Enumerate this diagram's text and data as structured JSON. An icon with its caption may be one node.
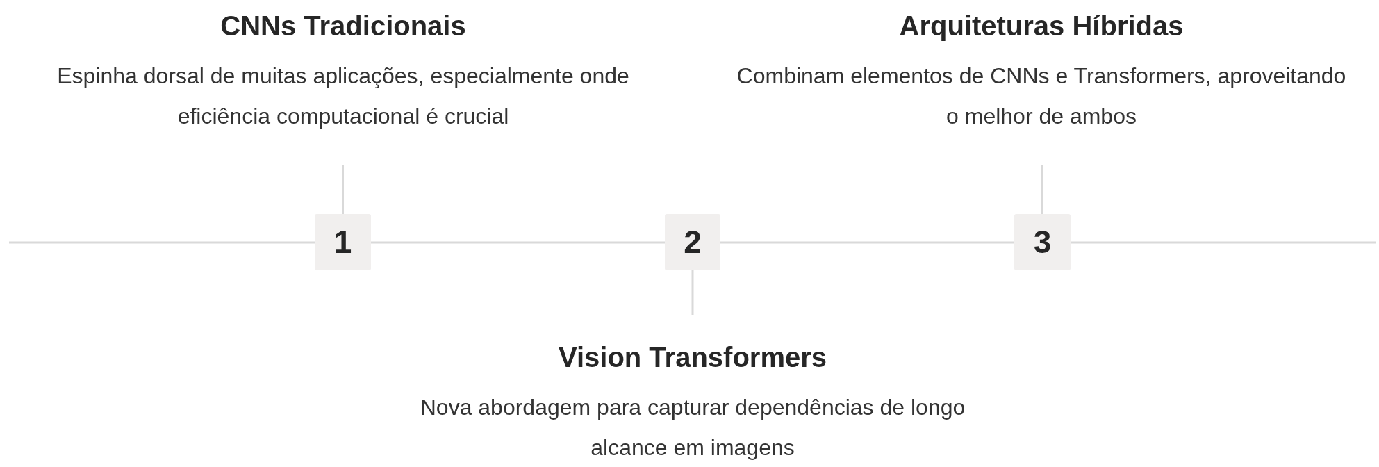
{
  "diagram": {
    "nodes": [
      {
        "text": [
          "CNNs Tradicionais",
          "Espinha dorsal de muitas aplicações, especialmente onde eficiência computacional é crucial"
        ]
      },
      {
        "text": [
          "Arquiteturas Híbridas",
          "Combinam elementos de CNNs e Transformers, aproveitando o melhor de ambos"
        ]
      },
      {
        "text": [
          "1"
        ]
      },
      {
        "text": [
          "2"
        ]
      },
      {
        "text": [
          "3"
        ]
      },
      {
        "text": [
          "Vision Transformers",
          "Nova abordagem para capturar dependências de longo alcance em imagens"
        ]
      }
    ],
    "edges": [
      {
        "from": 0,
        "to": 2,
        "arrow": "none"
      },
      {
        "from": 1,
        "to": 4,
        "arrow": "none"
      },
      {
        "from": null,
        "to": 2,
        "arrow": "none"
      },
      {
        "from": 2,
        "to": 3,
        "arrow": "none"
      },
      {
        "from": 3,
        "to": 4,
        "arrow": "none"
      },
      {
        "from": 4,
        "to": null,
        "arrow": "none"
      },
      {
        "from": 3,
        "to": 5,
        "arrow": "none"
      }
    ]
  }
}
